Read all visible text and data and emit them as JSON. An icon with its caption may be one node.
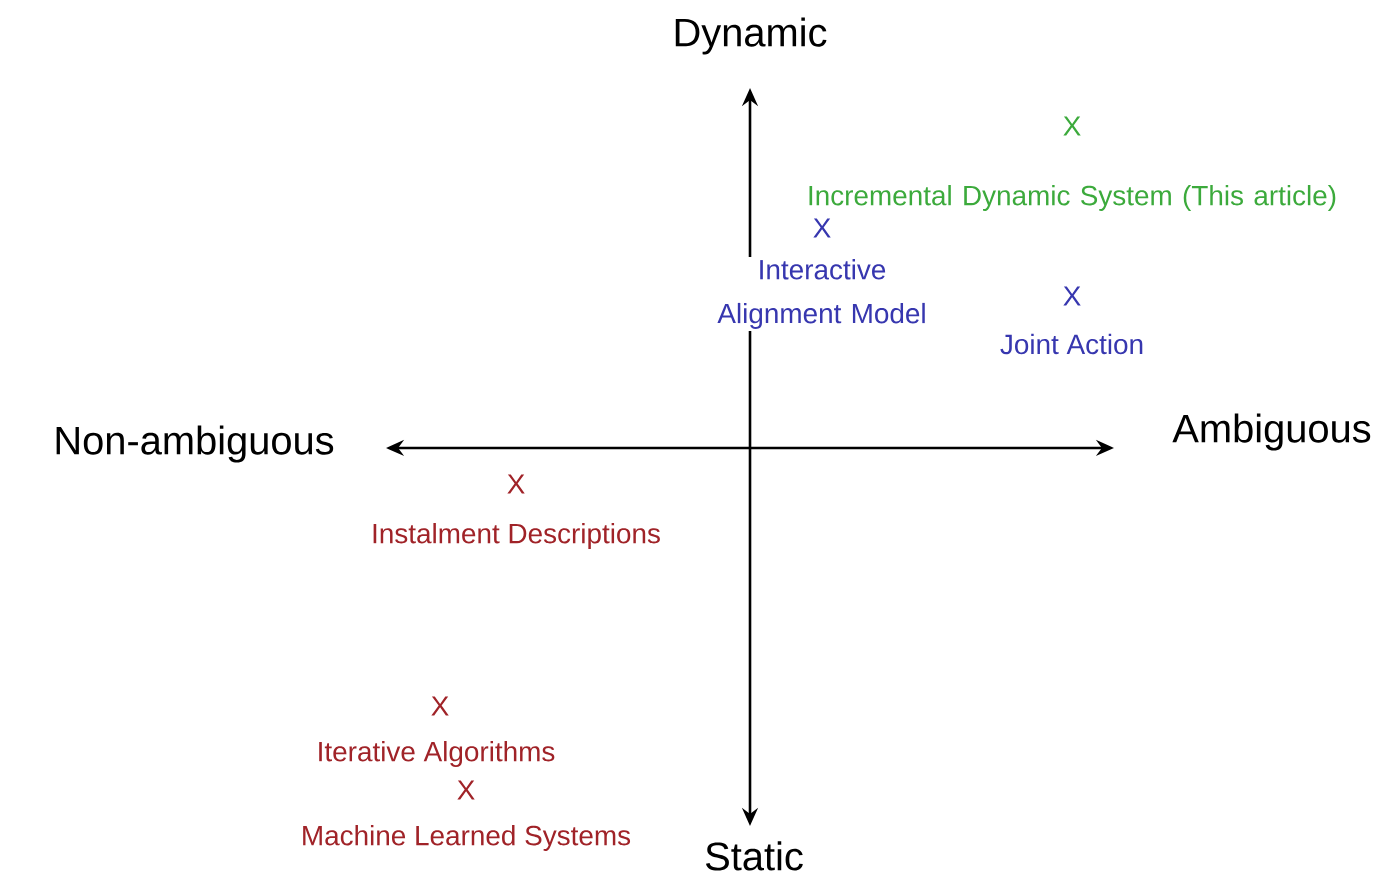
{
  "diagram": {
    "labels": [
      "Dynamic",
      "X",
      "Incremental Dynamic System (This article)",
      "X",
      "Interactive Alignment Model",
      "X",
      "Joint Action",
      "Non-ambiguous",
      "Ambiguous",
      "X",
      "Instalment Descriptions",
      "X",
      "Iterative Algorithms",
      "X",
      "Machine Learned Systems",
      "Static"
    ]
  }
}
